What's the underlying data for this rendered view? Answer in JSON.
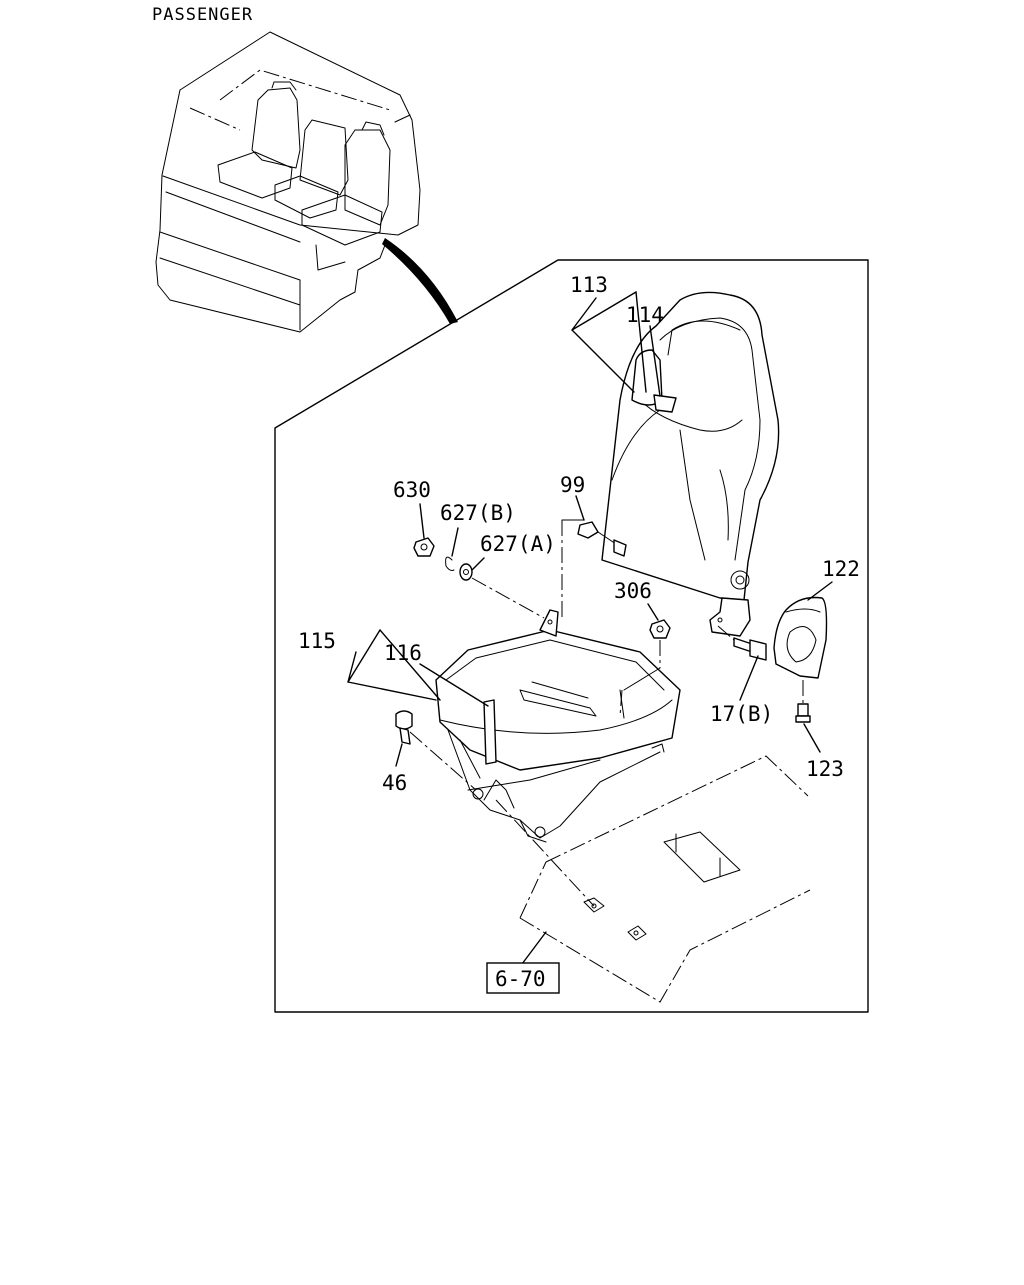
{
  "title": "PASSENGER",
  "reference_box": "6-70",
  "callouts": [
    {
      "id": "c113",
      "text": "113"
    },
    {
      "id": "c114",
      "text": "114"
    },
    {
      "id": "c99",
      "text": "99"
    },
    {
      "id": "c630",
      "text": "630"
    },
    {
      "id": "c627b",
      "text": "627(B)"
    },
    {
      "id": "c627a",
      "text": "627(A)"
    },
    {
      "id": "c306",
      "text": "306"
    },
    {
      "id": "c122",
      "text": "122"
    },
    {
      "id": "c115",
      "text": "115"
    },
    {
      "id": "c116",
      "text": "116"
    },
    {
      "id": "c17b",
      "text": "17(B)"
    },
    {
      "id": "c123",
      "text": "123"
    },
    {
      "id": "c46",
      "text": "46"
    }
  ]
}
